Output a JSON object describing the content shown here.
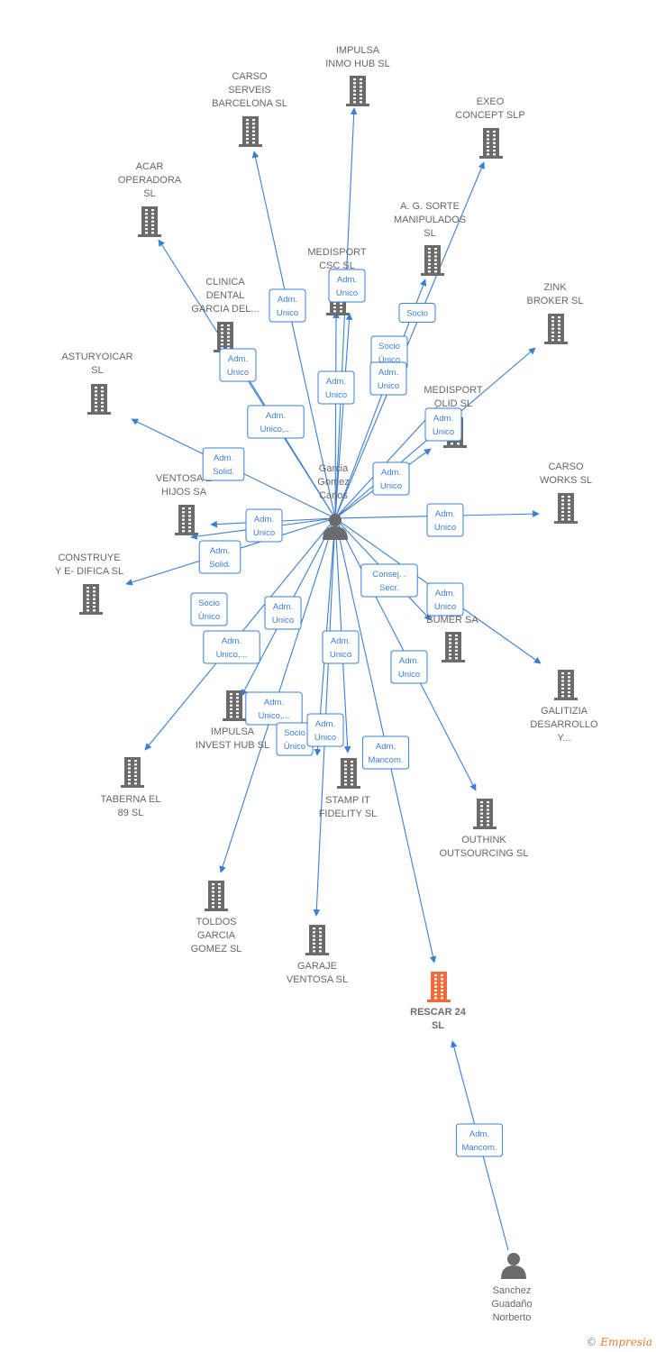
{
  "colors": {
    "edge": "#3a7fd5",
    "building": "#6b6b6b",
    "target": "#f26b3a",
    "person": "#6b6b6b"
  },
  "nodes": [
    {
      "id": "garcia",
      "kind": "person",
      "label": [
        "Garcia",
        "Gomez",
        "Carlos"
      ]
    },
    {
      "id": "sanchez",
      "kind": "person",
      "label": [
        "Sanchez",
        "Guadaño",
        "Norberto"
      ]
    },
    {
      "id": "rescar",
      "kind": "target",
      "label": [
        "RESCAR 24",
        "SL"
      ]
    },
    {
      "id": "impulsa_inmo",
      "kind": "company",
      "label": [
        "IMPULSA",
        "INMO HUB  SL"
      ]
    },
    {
      "id": "carso_serveis",
      "kind": "company",
      "label": [
        "CARSO",
        "SERVEIS",
        "BARCELONA  SL"
      ]
    },
    {
      "id": "exeo",
      "kind": "company",
      "label": [
        "EXEO",
        "CONCEPT  SLP"
      ]
    },
    {
      "id": "acar",
      "kind": "company",
      "label": [
        "ACAR",
        "OPERADORA",
        "SL"
      ]
    },
    {
      "id": "sorte",
      "kind": "company",
      "label": [
        "A.  G. SORTE",
        "MANIPULADOS",
        "SL"
      ]
    },
    {
      "id": "medisport_csc",
      "kind": "company",
      "label": [
        "MEDISPORT",
        "CSC  SL"
      ]
    },
    {
      "id": "clinica",
      "kind": "company",
      "label": [
        "CLINICA",
        "DENTAL",
        "GARCIA DEL..."
      ]
    },
    {
      "id": "zink",
      "kind": "company",
      "label": [
        "ZINK",
        "BROKER  SL"
      ]
    },
    {
      "id": "asturyoicar",
      "kind": "company",
      "label": [
        "ASTURYOICAR",
        "SL"
      ]
    },
    {
      "id": "medisport_olid",
      "kind": "company",
      "label": [
        "MEDISPORT",
        "OLID  SL"
      ]
    },
    {
      "id": "ventosa",
      "kind": "company",
      "label": [
        "VENTOSA E",
        "HIJOS SA"
      ]
    },
    {
      "id": "carso_works",
      "kind": "company",
      "label": [
        "CARSO",
        "WORKS  SL"
      ]
    },
    {
      "id": "construye",
      "kind": "company",
      "label": [
        "CONSTRUYE",
        "Y E- DIFICA  SL"
      ]
    },
    {
      "id": "bumer",
      "kind": "company",
      "label": [
        "BUMER SA"
      ]
    },
    {
      "id": "galitizia",
      "kind": "company",
      "label": [
        "GALITIZIA",
        "DESARROLLO",
        "Y..."
      ]
    },
    {
      "id": "impulsa_invest",
      "kind": "company",
      "label": [
        "IMPULSA",
        "INVEST HUB  SL"
      ]
    },
    {
      "id": "taberna",
      "kind": "company",
      "label": [
        "TABERNA EL",
        "89 SL"
      ]
    },
    {
      "id": "stamp",
      "kind": "company",
      "label": [
        "STAMP IT",
        "FIDELITY  SL"
      ]
    },
    {
      "id": "outhink",
      "kind": "company",
      "label": [
        "OUTHINK",
        "OUTSOURCING SL"
      ]
    },
    {
      "id": "toldos",
      "kind": "company",
      "label": [
        "TOLDOS",
        "GARCIA",
        "GOMEZ  SL"
      ]
    },
    {
      "id": "garaje",
      "kind": "company",
      "label": [
        "GARAJE",
        "VENTOSA  SL"
      ]
    }
  ],
  "edges": [
    {
      "from": "garcia",
      "to": "impulsa_inmo",
      "label": [
        "Adm.",
        "Unico"
      ]
    },
    {
      "from": "garcia",
      "to": "carso_serveis",
      "label": [
        "Adm.",
        "Unico"
      ]
    },
    {
      "from": "garcia",
      "to": "exeo",
      "label": [
        "Socio",
        "Único"
      ]
    },
    {
      "from": "garcia",
      "to": "acar",
      "label": [
        "Adm.",
        "Unico"
      ]
    },
    {
      "from": "garcia",
      "to": "sorte",
      "label": [
        "Socio"
      ]
    },
    {
      "from": "garcia",
      "to": "medisport_csc",
      "label": [
        "Adm.",
        "Unico"
      ]
    },
    {
      "from": "garcia",
      "to": "clinica",
      "label": [
        "Adm.",
        "Unico,..."
      ]
    },
    {
      "from": "garcia",
      "to": "zink",
      "label": [
        "Adm.",
        "Unico"
      ]
    },
    {
      "from": "garcia",
      "to": "asturyoicar",
      "label": [
        "Adm.",
        "Solid."
      ]
    },
    {
      "from": "garcia",
      "to": "medisport_olid",
      "label": [
        "Adm.",
        "Unico"
      ]
    },
    {
      "from": "garcia",
      "to": "medisport_olid",
      "label": [
        "Adm.",
        "Unico"
      ]
    },
    {
      "from": "garcia",
      "to": "ventosa",
      "label": [
        "Adm.",
        "Unico"
      ]
    },
    {
      "from": "garcia",
      "to": "carso_works",
      "label": [
        "Adm.",
        "Unico"
      ]
    },
    {
      "from": "garcia",
      "to": "construye",
      "label": [
        "Adm.",
        "Solid."
      ]
    },
    {
      "from": "garcia",
      "to": "bumer",
      "label": [
        "Consej. .",
        "Secr."
      ]
    },
    {
      "from": "garcia",
      "to": "galitizia",
      "label": [
        "Adm.",
        "Unico"
      ]
    },
    {
      "from": "garcia",
      "to": "impulsa_invest",
      "label": [
        "Adm.",
        "Unico"
      ]
    },
    {
      "from": "garcia",
      "to": "ventosa",
      "label": [
        "Socio",
        "Único"
      ]
    },
    {
      "from": "garcia",
      "to": "taberna",
      "label": [
        "Adm.",
        "Unico,..."
      ]
    },
    {
      "from": "garcia",
      "to": "stamp",
      "label": [
        "Adm.",
        "Unico"
      ]
    },
    {
      "from": "garcia",
      "to": "outhink",
      "label": [
        "Adm.",
        "Unico"
      ]
    },
    {
      "from": "garcia",
      "to": "toldos",
      "label": [
        "Adm.",
        "Unico,..."
      ]
    },
    {
      "from": "garcia",
      "to": "stamp",
      "label": [
        "Socio",
        "Único"
      ]
    },
    {
      "from": "garcia",
      "to": "garaje",
      "label": [
        "Adm.",
        "Unico"
      ]
    },
    {
      "from": "garcia",
      "to": "rescar",
      "label": [
        "Adm.",
        "Mancom."
      ]
    },
    {
      "from": "garcia",
      "to": "sorte",
      "label": [
        "Adm.",
        "Unico"
      ]
    },
    {
      "from": "sanchez",
      "to": "rescar",
      "label": [
        "Adm.",
        "Mancom."
      ]
    }
  ],
  "footer": {
    "symbol": "©",
    "brand": "Empresia"
  }
}
